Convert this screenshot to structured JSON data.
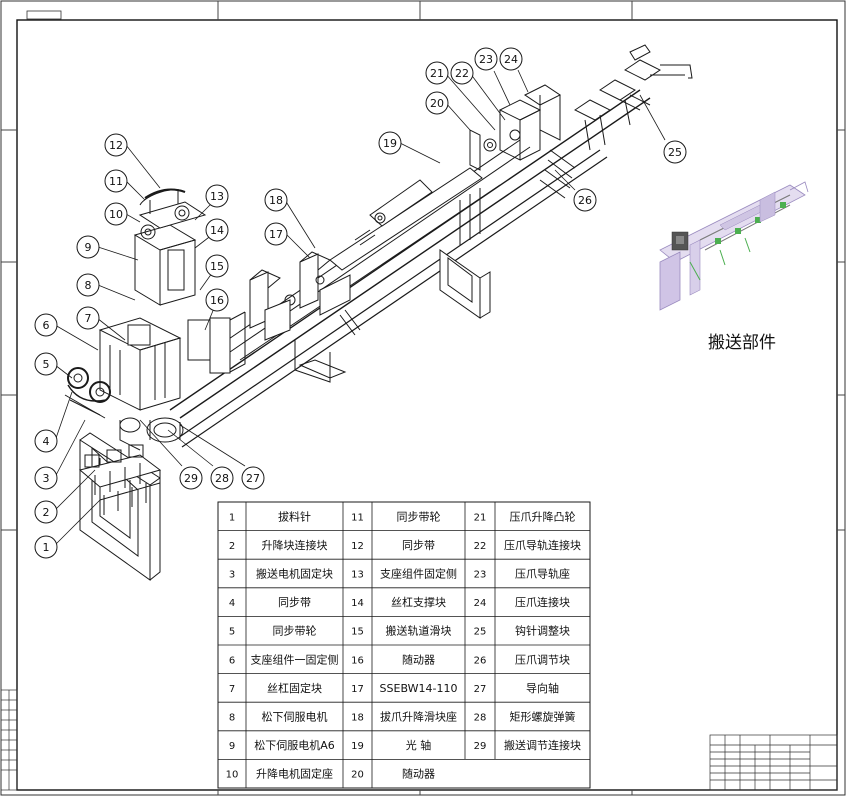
{
  "drawing": {
    "corner_tag": "",
    "caption": "搬送部件"
  },
  "balloons": [
    "1",
    "2",
    "3",
    "4",
    "5",
    "6",
    "7",
    "8",
    "9",
    "10",
    "11",
    "12",
    "13",
    "14",
    "15",
    "16",
    "17",
    "18",
    "19",
    "20",
    "21",
    "22",
    "23",
    "24",
    "25",
    "26",
    "27",
    "28",
    "29"
  ],
  "parts_table": [
    {
      "no": "1",
      "name": "拔料针"
    },
    {
      "no": "2",
      "name": "升降块连接块"
    },
    {
      "no": "3",
      "name": "搬送电机固定块"
    },
    {
      "no": "4",
      "name": "同步带"
    },
    {
      "no": "5",
      "name": "同步带轮"
    },
    {
      "no": "6",
      "name": "支座组件一固定侧"
    },
    {
      "no": "7",
      "name": "丝杠固定块"
    },
    {
      "no": "8",
      "name": "松下伺服电机"
    },
    {
      "no": "9",
      "name": "松下伺服电机A6"
    },
    {
      "no": "10",
      "name": "升降电机固定座"
    },
    {
      "no": "11",
      "name": "同步带轮"
    },
    {
      "no": "12",
      "name": "同步带"
    },
    {
      "no": "13",
      "name": "支座组件固定侧"
    },
    {
      "no": "14",
      "name": "丝杠支撑块"
    },
    {
      "no": "15",
      "name": "搬送轨道滑块"
    },
    {
      "no": "16",
      "name": "随动器"
    },
    {
      "no": "17",
      "name": "SSEBW14-110"
    },
    {
      "no": "18",
      "name": "拔爪升降滑块座"
    },
    {
      "no": "19",
      "name": "光 轴"
    },
    {
      "no": "20",
      "name": "随动器"
    },
    {
      "no": "21",
      "name": "压爪升降凸轮"
    },
    {
      "no": "22",
      "name": "压爪导轨连接块"
    },
    {
      "no": "23",
      "name": "压爪导轨座"
    },
    {
      "no": "24",
      "name": "压爪连接块"
    },
    {
      "no": "25",
      "name": "钩针调整块"
    },
    {
      "no": "26",
      "name": "压爪调节块"
    },
    {
      "no": "27",
      "name": "导向轴"
    },
    {
      "no": "28",
      "name": "矩形螺旋弹簧"
    },
    {
      "no": "29",
      "name": "搬送调节连接块"
    }
  ],
  "colors": {
    "line": "#1a1a1a",
    "paper": "#ffffff",
    "accent_purple": "#b9a7d8",
    "accent_green": "#4caf50"
  }
}
